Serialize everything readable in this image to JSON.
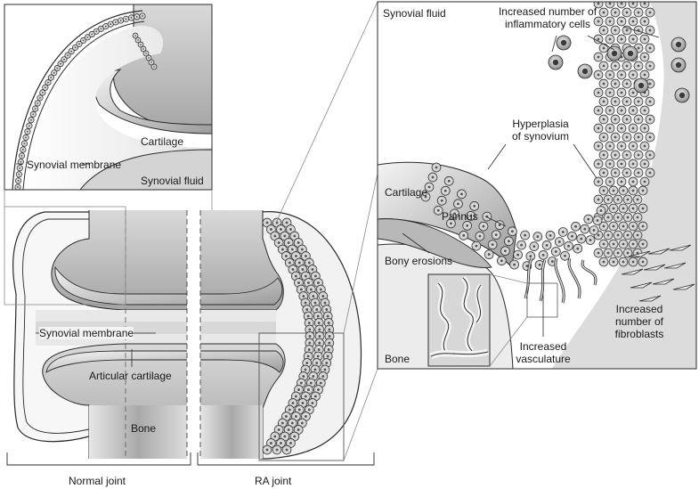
{
  "labels": {
    "inset_topleft": {
      "cartilage": "Cartilage",
      "synovial_membrane": "Synovial membrane",
      "synovial_fluid": "Synovial fluid"
    },
    "joint_diagram": {
      "synovial_membrane": "Synovial membrane",
      "articular_cartilage": "Articular cartilage",
      "bone": "Bone",
      "normal_joint": "Normal joint",
      "ra_joint": "RA joint"
    },
    "zoom_panel": {
      "synovial_fluid": "Synovial fluid",
      "inflammatory_cells_line1": "Increased number of",
      "inflammatory_cells_line2": "inflammatory cells",
      "hyperplasia_line1": "Hyperplasia",
      "hyperplasia_line2": "of synovium",
      "cartilage": "Cartilage",
      "pannus": "Pannus",
      "bony_erosions": "Bony erosions",
      "bone": "Bone",
      "vasculature_line1": "Increased",
      "vasculature_line2": "vasculature",
      "fibroblasts_line1": "Increased",
      "fibroblasts_line2": "number of",
      "fibroblasts_line3": "fibroblasts"
    }
  },
  "colors": {
    "outline": "#2b2b2b",
    "bone_gray": "#bdbdbd",
    "cartilage_gray": "#d8d8d8",
    "fluid_light": "#f2f2f2",
    "cell_fill": "#ffffff"
  }
}
